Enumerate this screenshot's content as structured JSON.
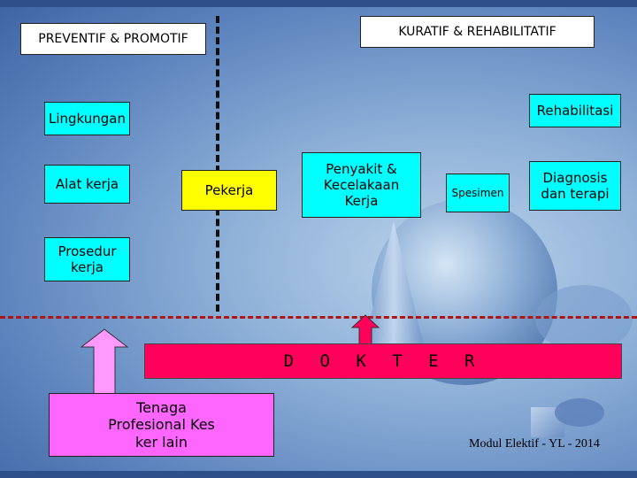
{
  "header": {
    "left_title": "PREVENTIF & PROMOTIF",
    "right_title": "KURATIF & REHABILITATIF"
  },
  "nodes": {
    "lingkungan": "Lingkungan",
    "alat_kerja": "Alat kerja",
    "pekerja": "Pekerja",
    "penyakit": "Penyakit & Kecelakaan Kerja",
    "spesimen": "Spesimen",
    "diagnosis": "Diagnosis dan terapi",
    "rehabilitasi": "Rehabilitasi",
    "prosedur": "Prosedur kerja",
    "dokter": "D O K T E R",
    "tenaga": "Tenaga Profesional Kes ker lain"
  },
  "footer": {
    "text": "Modul Elektif - YL - 2014"
  },
  "colors": {
    "cyan": "#00ffff",
    "yellow": "#ffff00",
    "pink": "#ff66ff",
    "dokter_bar": "#ff005a"
  }
}
